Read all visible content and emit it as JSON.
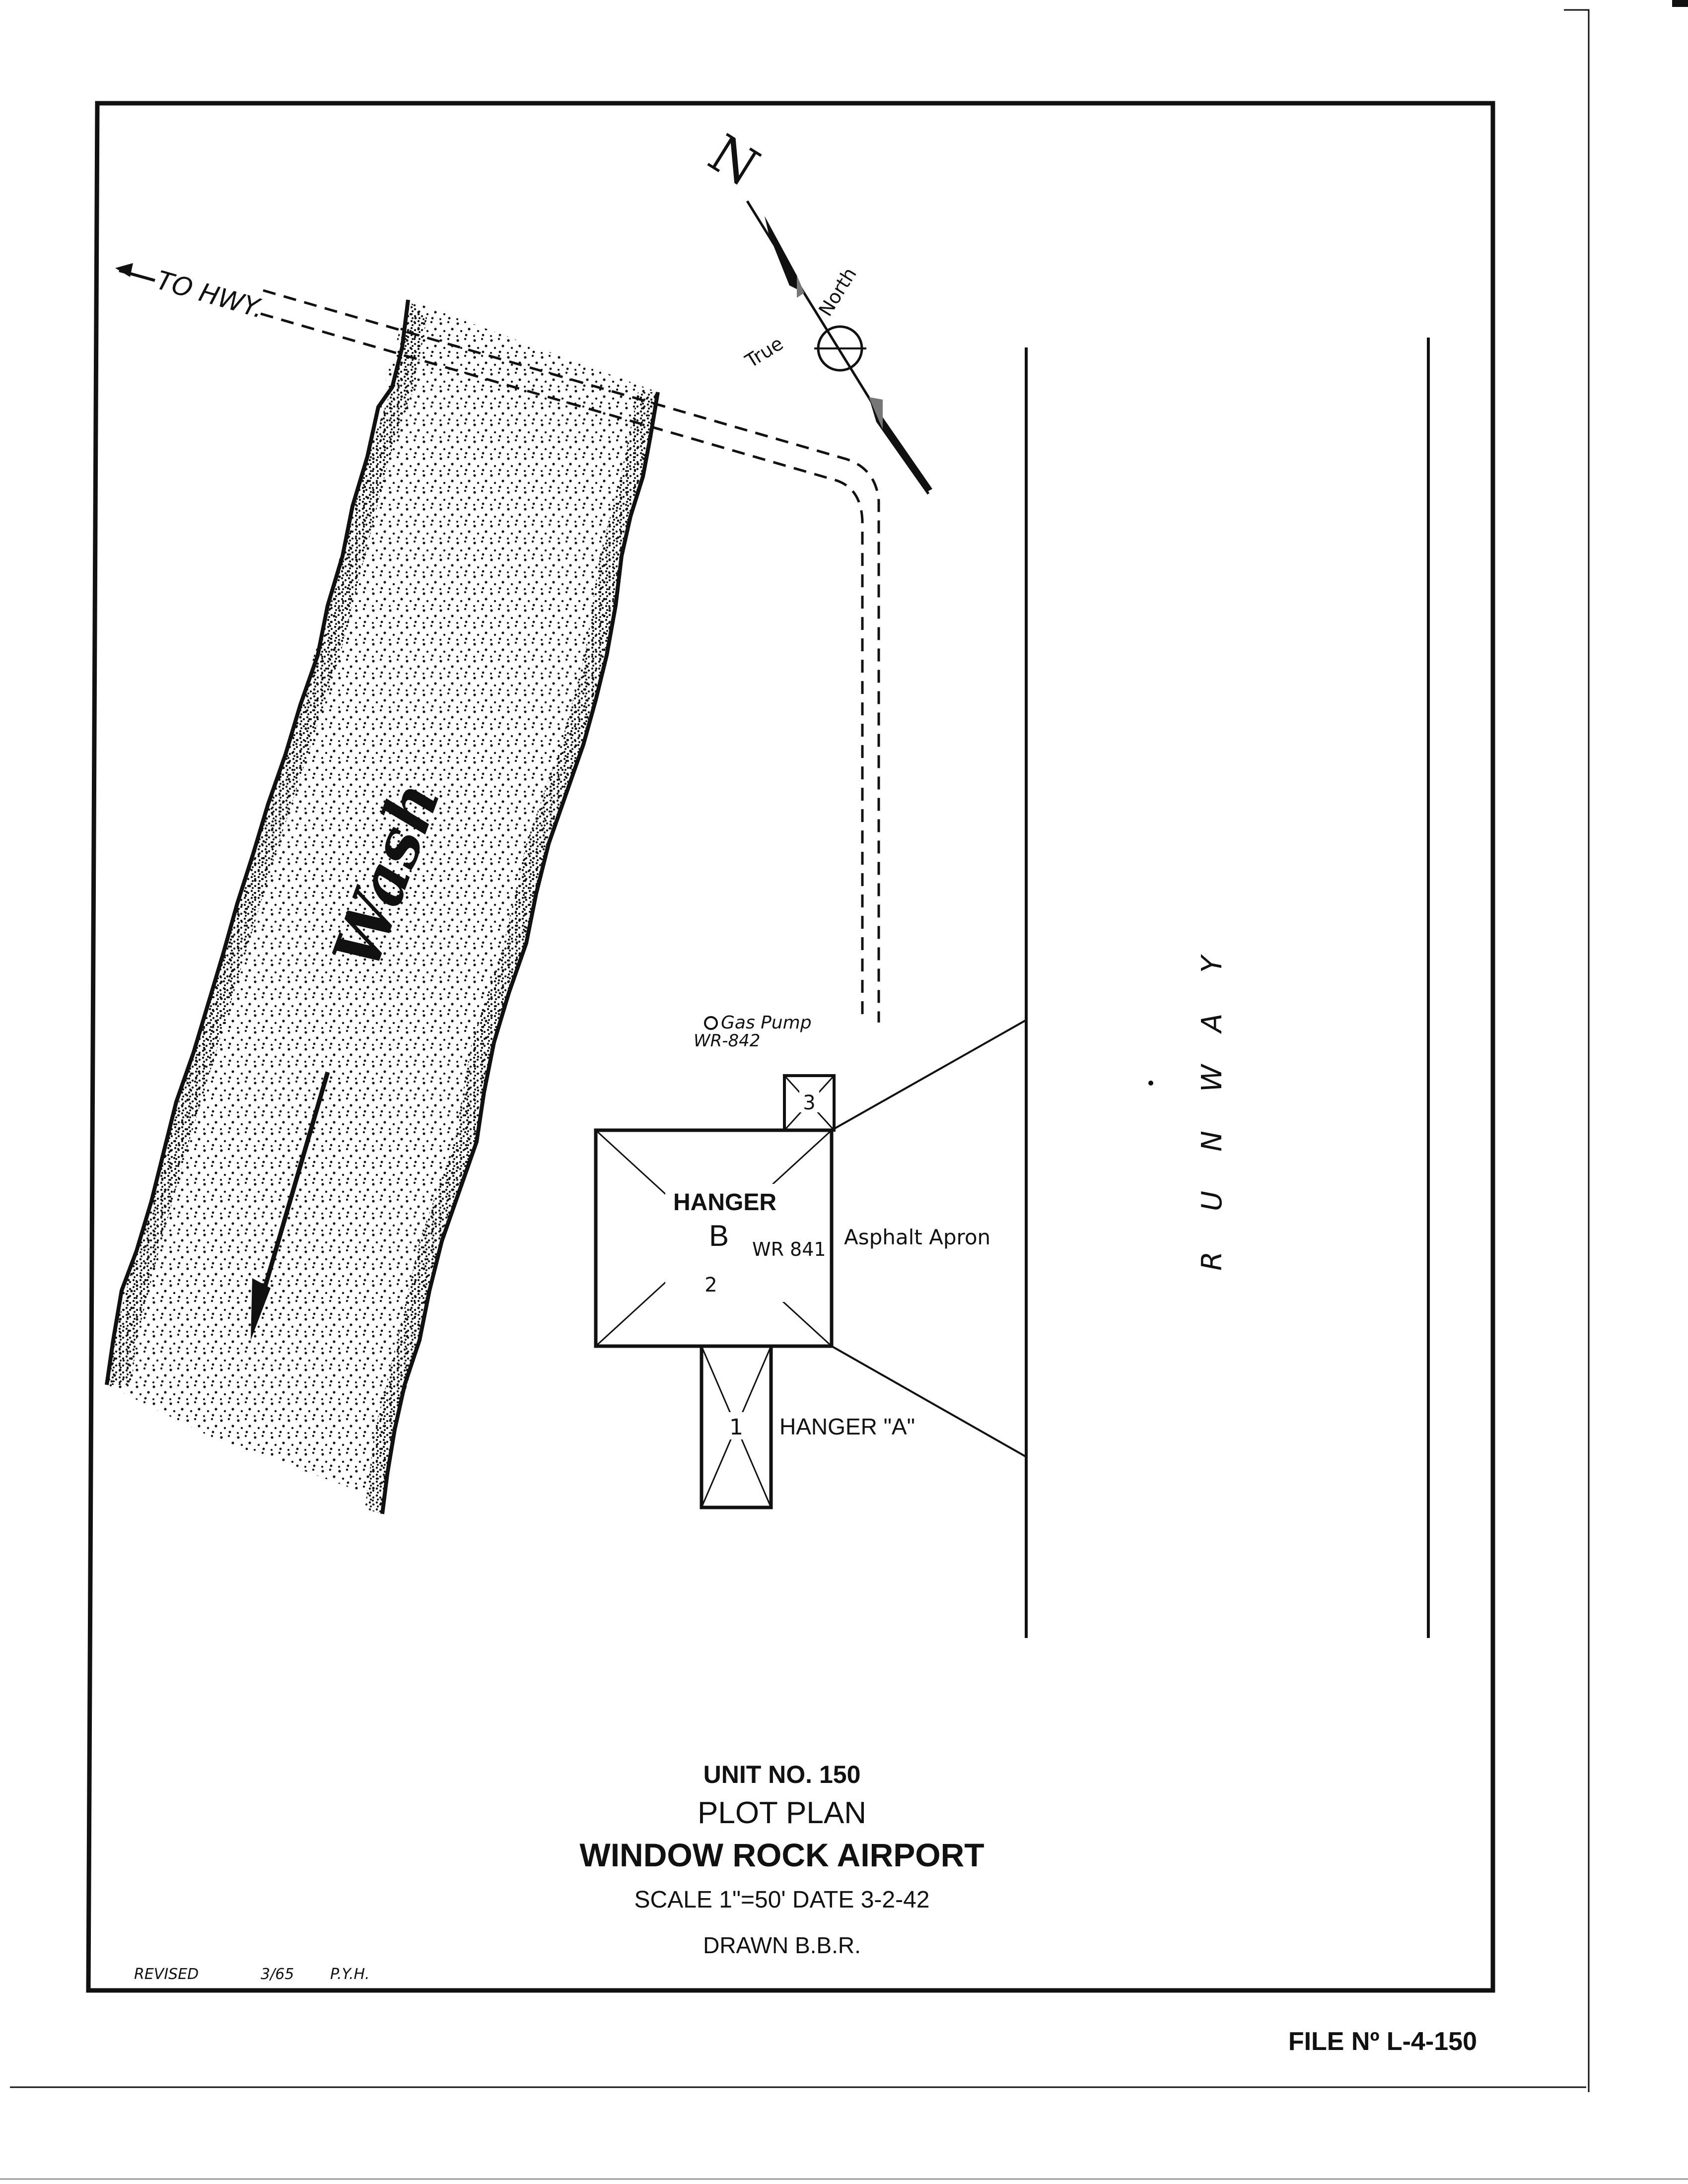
{
  "compass": {
    "n_label": "N",
    "true_label": "True",
    "north_label": "North"
  },
  "road": {
    "to_hwy_label": "TO HWY."
  },
  "wash": {
    "label": "Wash"
  },
  "gas_pump": {
    "label": "Gas Pump",
    "code": "WR-842"
  },
  "hangar_b": {
    "title": "HANGER",
    "letter": "B",
    "number": "2",
    "code": "WR 841"
  },
  "small_bldg": {
    "number": "3"
  },
  "hangar_a": {
    "number": "1",
    "label": "HANGER \"A\""
  },
  "apron": {
    "label": "Asphalt Apron"
  },
  "runway": {
    "letters": [
      "R",
      "U",
      "N",
      "W",
      "A",
      "Y"
    ]
  },
  "title_block": {
    "unit": "UNIT NO. 150",
    "plan": "PLOT PLAN",
    "name": "WINDOW ROCK AIRPORT",
    "scale_date": "SCALE 1\"=50'  DATE 3-2-42",
    "drawn": "DRAWN  B.B.R."
  },
  "revised": {
    "label": "REVISED",
    "date": "3/65",
    "by": "P.Y.H."
  },
  "file_number": "FILE  Nº L-4-150"
}
